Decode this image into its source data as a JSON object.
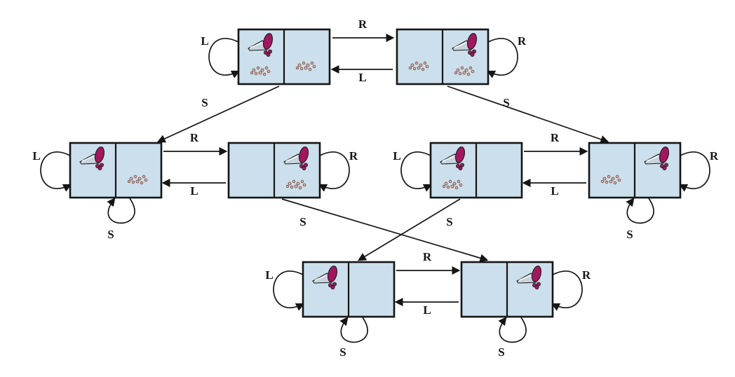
{
  "diagram_data": {
    "type": "state-transition-diagram",
    "subject": "two-square vacuum world state space",
    "actions": {
      "left": "L",
      "right": "R",
      "suck": "S"
    },
    "states": [
      {
        "id": "s1",
        "agent": "left",
        "dirt_left": true,
        "dirt_right": true
      },
      {
        "id": "s2",
        "agent": "right",
        "dirt_left": true,
        "dirt_right": true
      },
      {
        "id": "s3",
        "agent": "left",
        "dirt_left": false,
        "dirt_right": true
      },
      {
        "id": "s4",
        "agent": "right",
        "dirt_left": false,
        "dirt_right": true
      },
      {
        "id": "s5",
        "agent": "left",
        "dirt_left": true,
        "dirt_right": false
      },
      {
        "id": "s6",
        "agent": "right",
        "dirt_left": true,
        "dirt_right": false
      },
      {
        "id": "s7",
        "agent": "left",
        "dirt_left": false,
        "dirt_right": false
      },
      {
        "id": "s8",
        "agent": "right",
        "dirt_left": false,
        "dirt_right": false
      }
    ],
    "transitions": [
      {
        "from": "s1",
        "action": "R",
        "to": "s2"
      },
      {
        "from": "s2",
        "action": "L",
        "to": "s1"
      },
      {
        "from": "s1",
        "action": "L",
        "to": "s1"
      },
      {
        "from": "s2",
        "action": "R",
        "to": "s2"
      },
      {
        "from": "s1",
        "action": "S",
        "to": "s3"
      },
      {
        "from": "s2",
        "action": "S",
        "to": "s6"
      },
      {
        "from": "s3",
        "action": "R",
        "to": "s4"
      },
      {
        "from": "s4",
        "action": "L",
        "to": "s3"
      },
      {
        "from": "s3",
        "action": "L",
        "to": "s3"
      },
      {
        "from": "s4",
        "action": "R",
        "to": "s4"
      },
      {
        "from": "s3",
        "action": "S",
        "to": "s3"
      },
      {
        "from": "s4",
        "action": "S",
        "to": "s8"
      },
      {
        "from": "s5",
        "action": "R",
        "to": "s6"
      },
      {
        "from": "s6",
        "action": "L",
        "to": "s5"
      },
      {
        "from": "s5",
        "action": "L",
        "to": "s5"
      },
      {
        "from": "s6",
        "action": "R",
        "to": "s6"
      },
      {
        "from": "s6",
        "action": "S",
        "to": "s6"
      },
      {
        "from": "s5",
        "action": "S",
        "to": "s7"
      },
      {
        "from": "s7",
        "action": "R",
        "to": "s8"
      },
      {
        "from": "s8",
        "action": "L",
        "to": "s7"
      },
      {
        "from": "s7",
        "action": "L",
        "to": "s7"
      },
      {
        "from": "s8",
        "action": "R",
        "to": "s8"
      },
      {
        "from": "s7",
        "action": "S",
        "to": "s7"
      },
      {
        "from": "s8",
        "action": "S",
        "to": "s8"
      }
    ]
  },
  "colors": {
    "cell_fill": "#cbdfec",
    "line": "#151515",
    "vacuum_body": "#a3175f",
    "vacuum_nozzle": "#c7d4df",
    "dirt_fill": "#d9b3ab",
    "dirt_stroke": "#6e463e"
  }
}
